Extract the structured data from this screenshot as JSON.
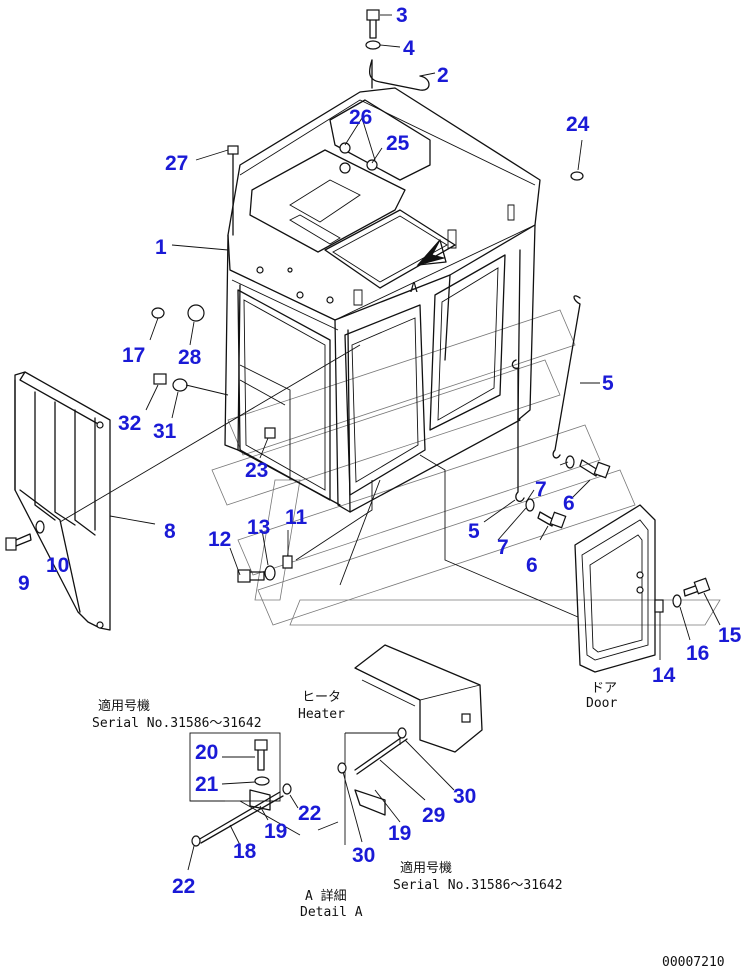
{
  "callouts": [
    {
      "id": "c3a",
      "label": "3"
    },
    {
      "id": "c4a",
      "label": "4"
    },
    {
      "id": "c2a",
      "label": "2"
    },
    {
      "id": "c26a",
      "label": "26"
    },
    {
      "id": "c25a",
      "label": "25"
    },
    {
      "id": "c24a",
      "label": "24"
    },
    {
      "id": "c27a",
      "label": "27"
    },
    {
      "id": "c1a",
      "label": "1"
    },
    {
      "id": "c17a",
      "label": "17"
    },
    {
      "id": "c28a",
      "label": "28"
    },
    {
      "id": "c5a",
      "label": "5"
    },
    {
      "id": "c32a",
      "label": "32"
    },
    {
      "id": "c31a",
      "label": "31"
    },
    {
      "id": "c23a",
      "label": "23"
    },
    {
      "id": "c7a",
      "label": "7"
    },
    {
      "id": "c6a",
      "label": "6"
    },
    {
      "id": "c8a",
      "label": "8"
    },
    {
      "id": "c11a",
      "label": "11"
    },
    {
      "id": "c13a",
      "label": "13"
    },
    {
      "id": "c12a",
      "label": "12"
    },
    {
      "id": "c5b",
      "label": "5"
    },
    {
      "id": "c7b",
      "label": "7"
    },
    {
      "id": "c6b",
      "label": "6"
    },
    {
      "id": "c9a",
      "label": "9"
    },
    {
      "id": "c10a",
      "label": "10"
    },
    {
      "id": "c15a",
      "label": "15"
    },
    {
      "id": "c16a",
      "label": "16"
    },
    {
      "id": "c14a",
      "label": "14"
    },
    {
      "id": "c20a",
      "label": "20"
    },
    {
      "id": "c21a",
      "label": "21"
    },
    {
      "id": "c22a",
      "label": "22"
    },
    {
      "id": "c19a",
      "label": "19"
    },
    {
      "id": "c18a",
      "label": "18"
    },
    {
      "id": "c30a",
      "label": "30"
    },
    {
      "id": "c29a",
      "label": "29"
    },
    {
      "id": "c19b",
      "label": "19"
    },
    {
      "id": "c30b",
      "label": "30"
    },
    {
      "id": "c22b",
      "label": "22"
    }
  ],
  "notes": {
    "marker_a": "A",
    "door_jp": "ドア",
    "door_en": "Door",
    "heater_jp": "ヒータ",
    "heater_en": "Heater",
    "serial_left_jp": "適用号機",
    "serial_left_en": "Serial No.31586～31642",
    "serial_right_jp": "適用号機",
    "serial_right_en": "Serial No.31586～31642",
    "detail_jp": "A 詳細",
    "detail_en": "Detail A",
    "drawing_code": "00007210"
  },
  "colors": {
    "callout": "#1a1ad6",
    "line": "#111111",
    "watermark": "#777777"
  }
}
